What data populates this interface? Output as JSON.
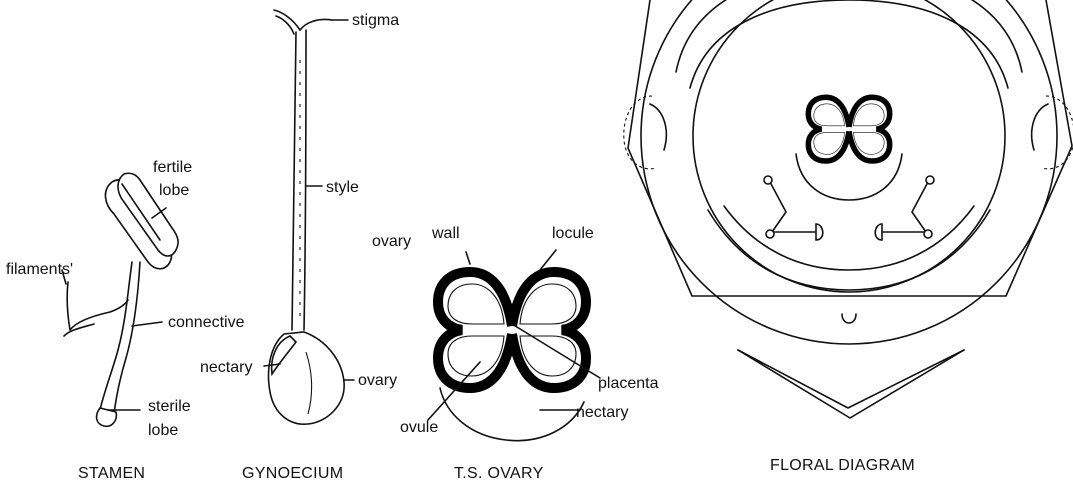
{
  "stamen": {
    "labels": {
      "fertile_lobe_1": "fertile",
      "fertile_lobe_2": "lobe",
      "filaments": "filaments'",
      "connective": "connective",
      "sterile_lobe_1": "sterile",
      "sterile_lobe_2": "lobe"
    },
    "caption": "STAMEN"
  },
  "gynoecium": {
    "labels": {
      "stigma": "stigma",
      "style": "style",
      "nectary": "nectary",
      "ovary": "ovary"
    },
    "caption": "GYNOECIUM"
  },
  "ts_ovary": {
    "labels": {
      "ovary": "ovary",
      "wall": "wall",
      "locule": "locule",
      "placenta": "placenta",
      "ovule": "ovule",
      "nectary": "nectary"
    },
    "caption": "T.S. OVARY"
  },
  "floral_diagram": {
    "caption": "FLORAL DIAGRAM"
  }
}
